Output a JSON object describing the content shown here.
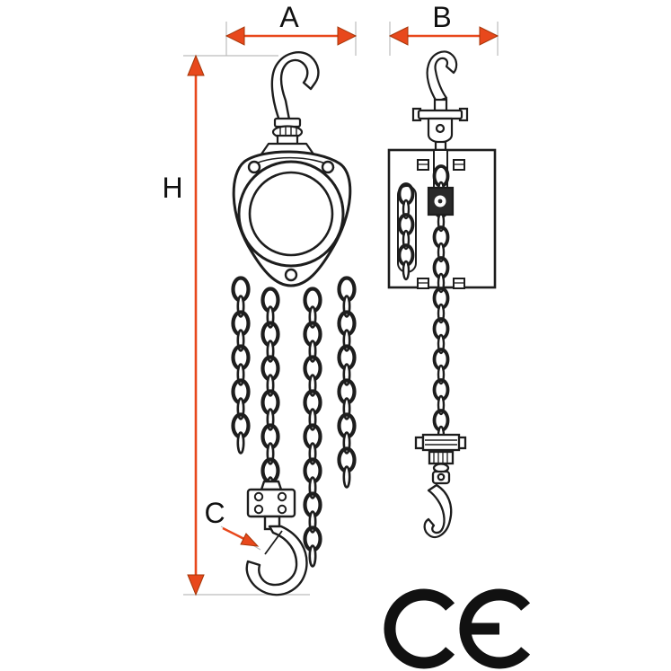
{
  "diagram": {
    "title": "chain-hoist-dimensional-drawing",
    "dimensions": {
      "width_front_label": "A",
      "width_side_label": "B",
      "height_label": "H",
      "hook_detail_label": "C"
    },
    "ce_mark": "CE",
    "colors": {
      "dimension_arrow": "#e8481c",
      "dimension_arrow_edge": "#a53608",
      "line": "#1d1d1d",
      "extension_line": "#bcbcbc"
    }
  }
}
